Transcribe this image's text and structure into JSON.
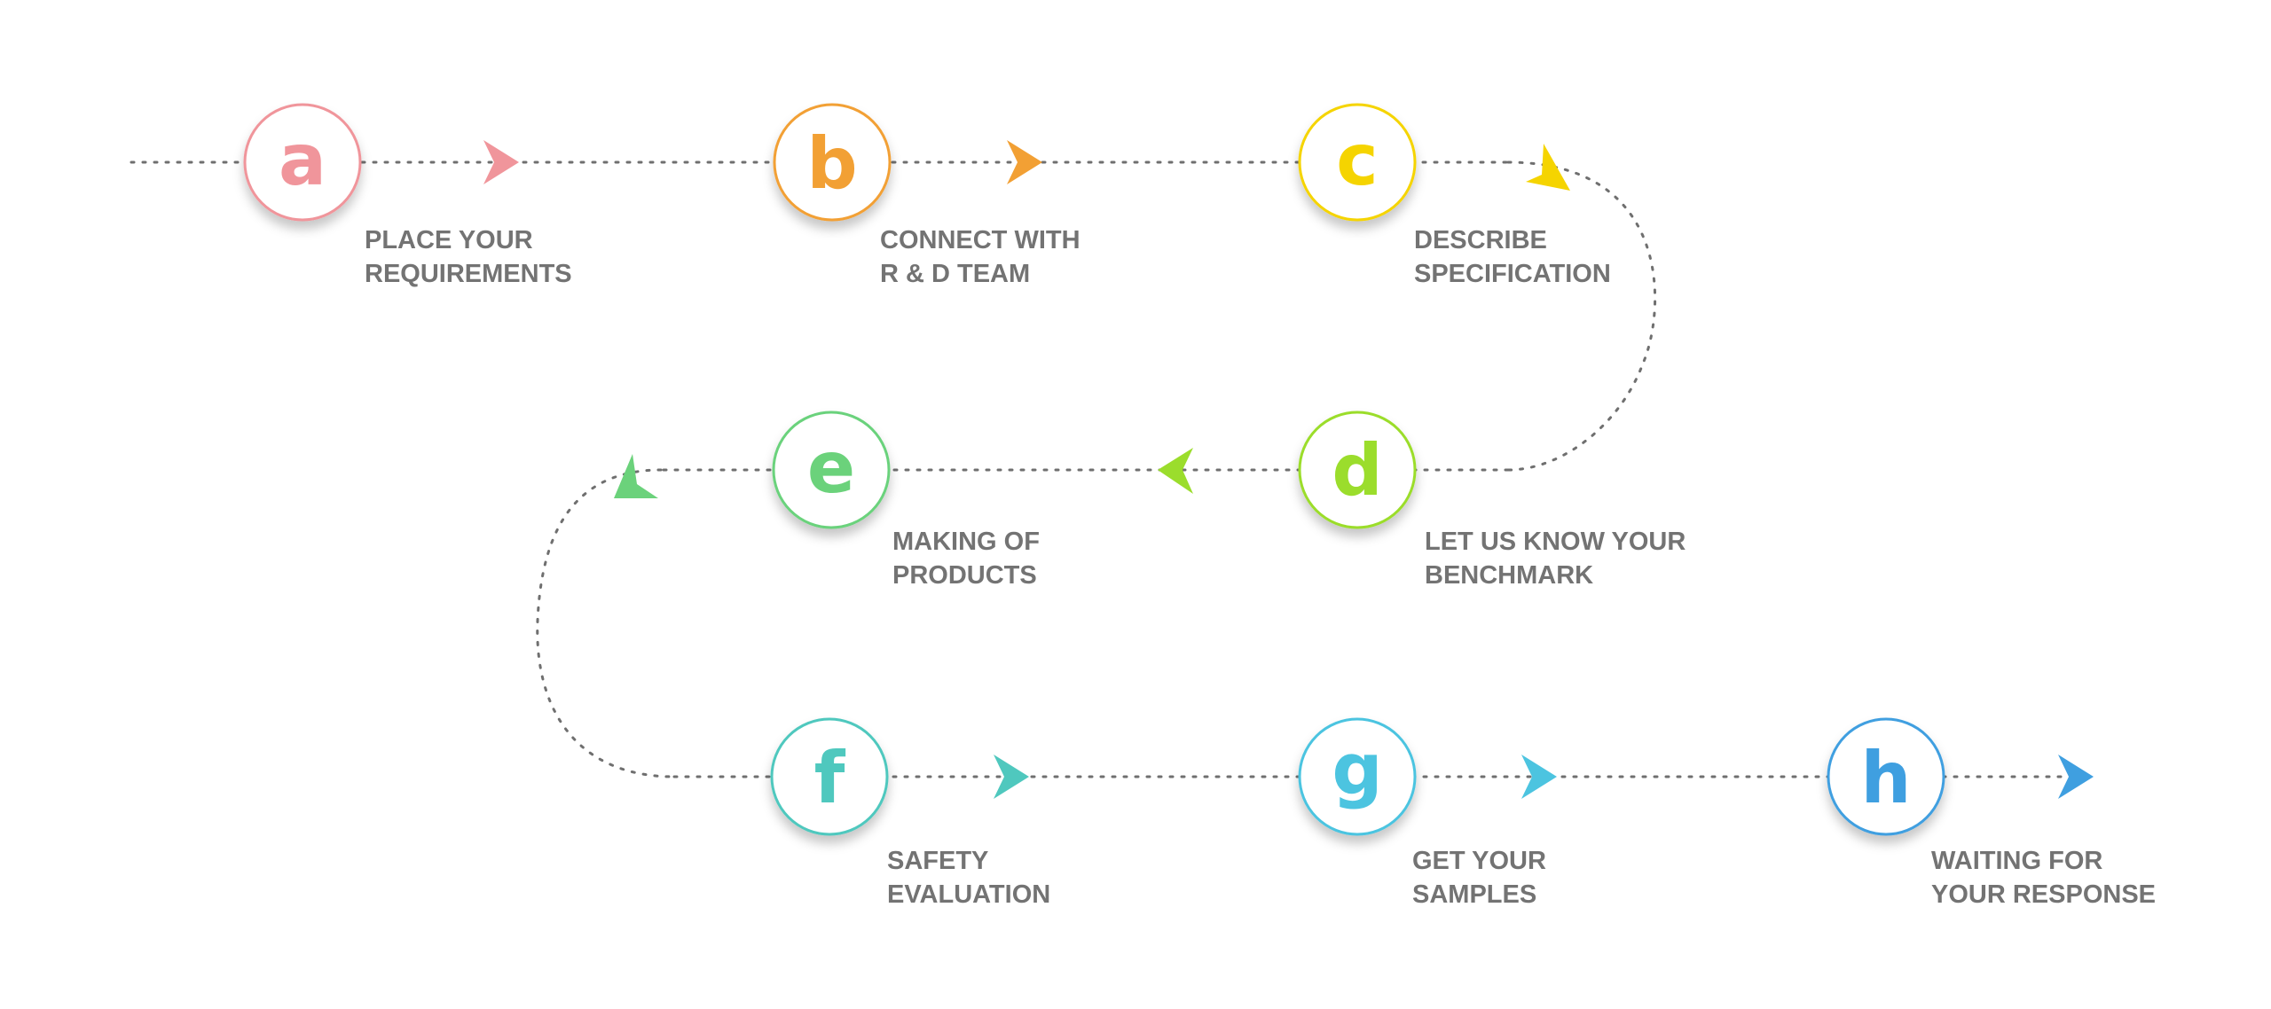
{
  "steps": [
    {
      "letter": "a",
      "label_line1": "PLACE YOUR",
      "label_line2": "REQUIREMENTS",
      "color": "#f0959b"
    },
    {
      "letter": "b",
      "label_line1": "CONNECT WITH",
      "label_line2": "R & D TEAM",
      "color": "#f2a034"
    },
    {
      "letter": "c",
      "label_line1": "DESCRIBE",
      "label_line2": "SPECIFICATION",
      "color": "#f5d400"
    },
    {
      "letter": "d",
      "label_line1": "LET US KNOW YOUR",
      "label_line2": "BENCHMARK",
      "color": "#9bdd2c"
    },
    {
      "letter": "e",
      "label_line1": "MAKING OF",
      "label_line2": "PRODUCTS",
      "color": "#6bd27b"
    },
    {
      "letter": "f",
      "label_line1": "SAFETY",
      "label_line2": "EVALUATION",
      "color": "#4fc8be"
    },
    {
      "letter": "g",
      "label_line1": "GET YOUR",
      "label_line2": "SAMPLES",
      "color": "#4cc4e0"
    },
    {
      "letter": "h",
      "label_line1": "WAITING FOR",
      "label_line2": "YOUR RESPONSE",
      "color": "#3f9fe0"
    }
  ],
  "colors": {
    "connector": "#6f6f6f",
    "label_text": "#737373",
    "circle_fill": "#ffffff"
  }
}
